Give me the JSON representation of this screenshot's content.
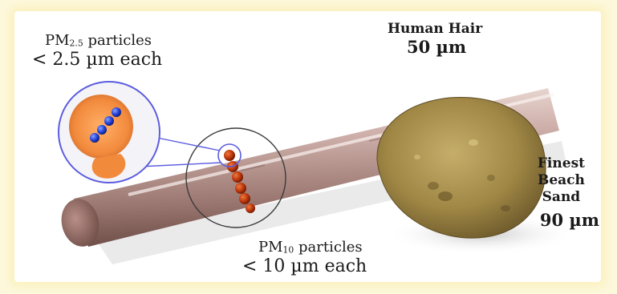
{
  "pm25": {
    "name": "PM",
    "subscript": "2.5",
    "suffix": " particles",
    "size_text": "< 2.5 µm each"
  },
  "hair": {
    "name": "Human Hair",
    "size_text": "50 µm"
  },
  "sand": {
    "line1": "Finest",
    "line2": "Beach",
    "line3": "Sand",
    "size_text": "90 µm"
  },
  "pm10": {
    "name": "PM",
    "subscript": "10",
    "suffix": " particles",
    "size_text": "< 10 µm each"
  },
  "colors": {
    "background": "#fdf8dc",
    "hair": "#c9a9a3",
    "sand": "#a8904f",
    "pm10_particle": "#b8340c",
    "pm25_particle": "#1f3fd6",
    "magnifier_ring": "#5c5ce0"
  }
}
